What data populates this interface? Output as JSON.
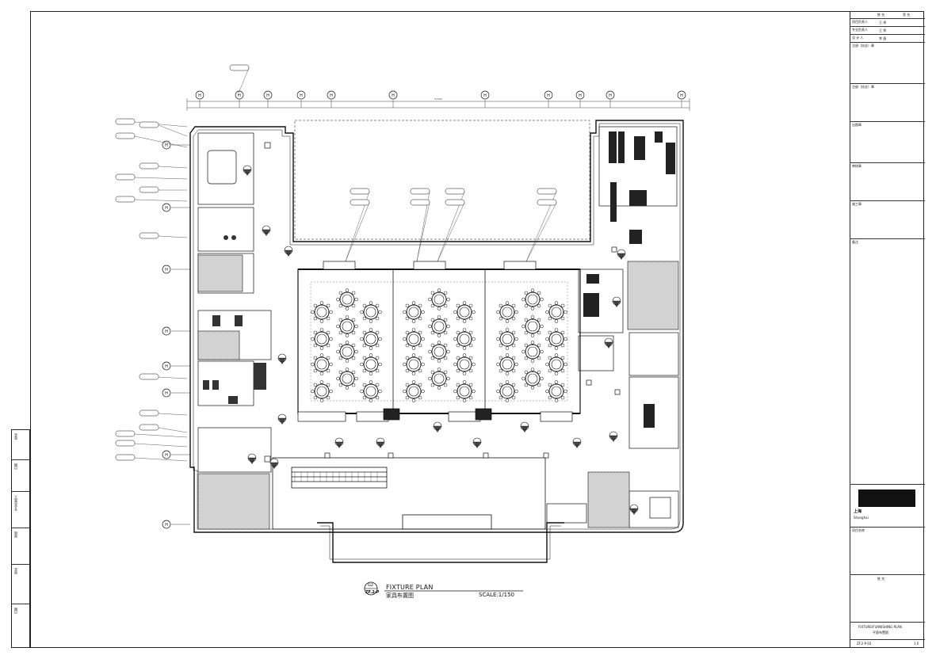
{
  "drawing": {
    "title_en": "FIXTURE PLAN",
    "title_cn": "家具布置图",
    "scale": "SCALE:1/150",
    "view_number": "G2",
    "view_code": "ZF.2-P"
  },
  "title_block": {
    "header_name": "姓 名",
    "header_sign": "签 名",
    "roles": [
      "项目负责人",
      "专业负责人",
      "设 计 人"
    ],
    "person": "王 师",
    "person2": "李 昌",
    "reg_label": "注册（执业）章",
    "seal_label": "出图章",
    "check_label": "审核章",
    "construct_label": "施工章",
    "remark_label": "备注",
    "company_cn": "上海",
    "company_en": "Shanghai",
    "project_label": "项目名称",
    "sheet_name_en": "FIXTURE/FURNISHING PLAN",
    "sheet_name_cn": "平面布置图",
    "sheet_no": "ZF.2-P-02",
    "version": "1.0"
  },
  "strip": {
    "labels": [
      "签名",
      "日期",
      "专业负责人",
      "审核",
      "审定",
      "日期"
    ]
  },
  "grid_labels": {
    "top": [
      "H",
      "H",
      "H",
      "H",
      "H",
      "H",
      "H",
      "H",
      "H",
      "H",
      "H"
    ],
    "left": [
      "H",
      "H",
      "H",
      "H",
      "H",
      "H",
      "H",
      "H"
    ]
  },
  "dimensions": {
    "overall": "67000"
  },
  "colors": {
    "line": "#1a1a1a",
    "hatch": "#cfcfcf",
    "dim": "#444444"
  }
}
